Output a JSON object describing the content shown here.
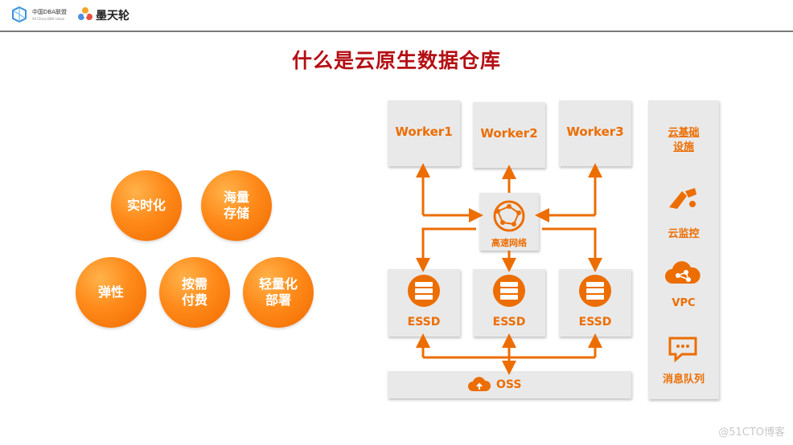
{
  "header": {
    "logo1_text": "中国DBA联盟",
    "logo1_sub": "All China DBA Union",
    "logo2_text": "墨天轮"
  },
  "title": "什么是云原生数据仓库",
  "features": [
    {
      "label": "实时化"
    },
    {
      "label": "海量\n存储"
    },
    {
      "label": "弹性"
    },
    {
      "label": "按需\n付费"
    },
    {
      "label": "轻量化\n部署"
    }
  ],
  "workers": [
    "Worker1",
    "Worker2",
    "Worker3"
  ],
  "network_label": "高速网络",
  "essd": [
    "ESSD",
    "ESSD",
    "ESSD"
  ],
  "essd_icon_text": "ESSD",
  "oss_label": "OSS",
  "sidebar": {
    "title": "云基础\n设施",
    "items": [
      {
        "label": "云监控",
        "icon": "monitor-icon"
      },
      {
        "label": "VPC",
        "icon": "cloud-icon"
      },
      {
        "label": "消息队列",
        "icon": "message-queue-icon"
      }
    ]
  },
  "watermark": "@51CTO博客",
  "colors": {
    "accent": "#ec6d00",
    "title": "#b40f14",
    "panel": "#e9e9e9"
  }
}
